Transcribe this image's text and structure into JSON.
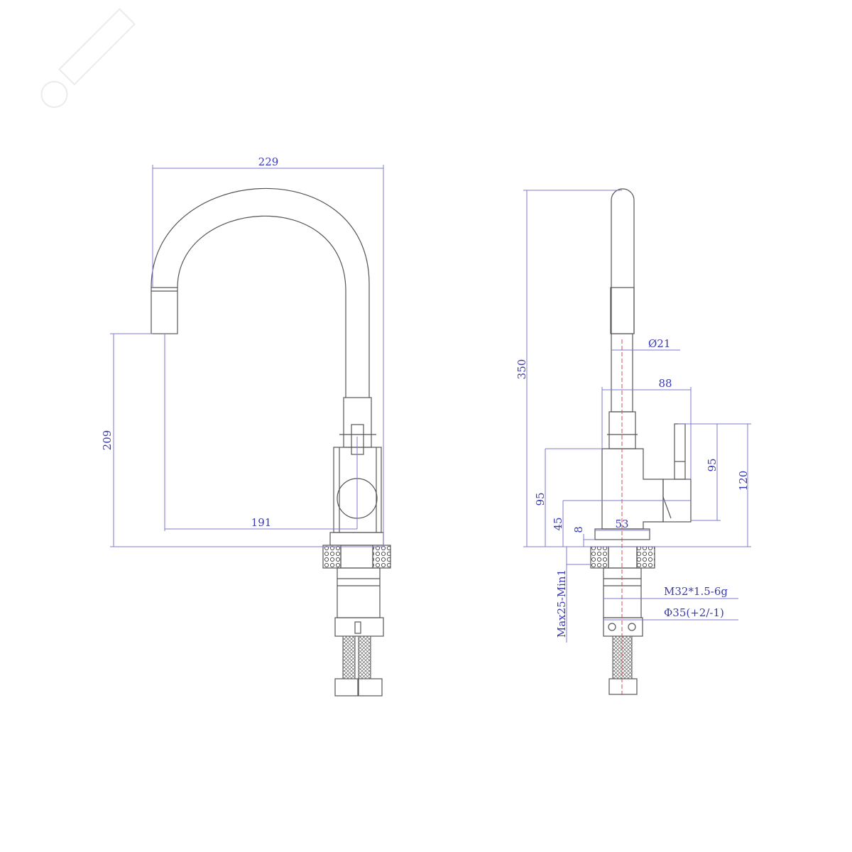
{
  "drawing": {
    "front_view": {
      "dim_width_total": "229",
      "dim_spout_height": "209",
      "dim_spout_reach": "191"
    },
    "side_view": {
      "dim_total_height": "350",
      "dim_spout_diameter": "Ø21",
      "dim_body_depth": "88",
      "dim_handle_height": "95",
      "dim_handle_total": "120",
      "dim_body_height": "95",
      "dim_handle_base": "45",
      "dim_plate": "8",
      "dim_base_width": "53",
      "dim_deck_thickness": "Max25-Min1",
      "thread_spec": "M32*1.5-6g",
      "hole_diameter": "Φ35(+2/-1)"
    }
  },
  "colors": {
    "dimension": "#3a3ab0",
    "outline": "#555555",
    "centerline": "#d05050"
  }
}
